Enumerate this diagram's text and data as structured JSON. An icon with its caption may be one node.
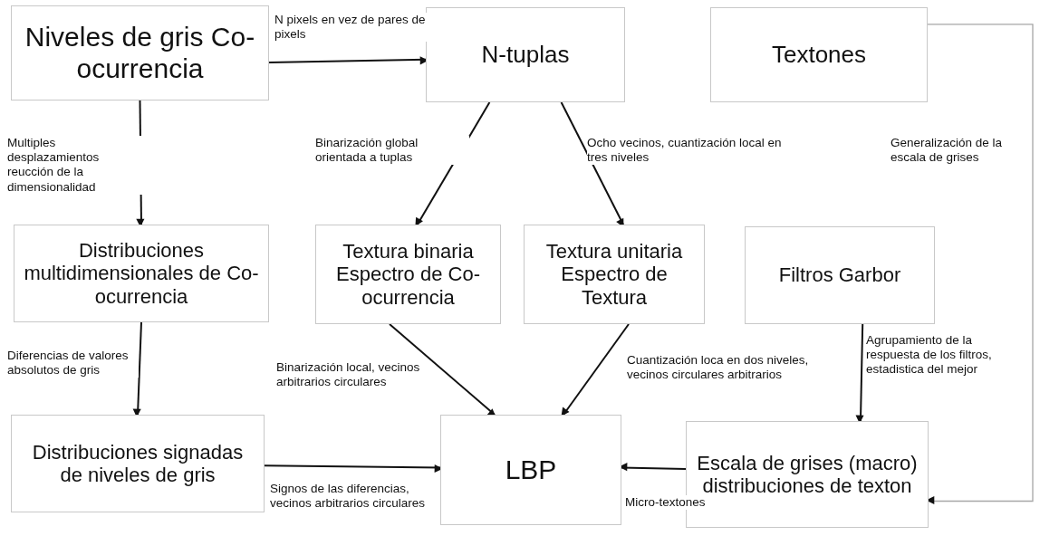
{
  "diagram": {
    "nodes": [
      {
        "text": [
          "Niveles de gris Co-ocurrencia"
        ]
      },
      {
        "text": [
          "N-tuplas"
        ]
      },
      {
        "text": [
          "Textones"
        ]
      },
      {
        "text": [
          "Distribuciones multidimensionales de Co-ocurrencia"
        ]
      },
      {
        "text": [
          "Textura binaria Espectro de Co-ocurrencia"
        ]
      },
      {
        "text": [
          "Textura unitaria Espectro de Textura"
        ]
      },
      {
        "text": [
          "Filtros Garbor"
        ]
      },
      {
        "text": [
          "Distribuciones signadas de niveles de gris"
        ]
      },
      {
        "text": [
          "LBP"
        ]
      },
      {
        "text": [
          "Escala de grises (macro) distribuciones de texton"
        ]
      }
    ],
    "edges": [
      {
        "from": 0,
        "to": 1,
        "arrow": "to",
        "label": "N pixels en vez de pares de pixels"
      },
      {
        "from": 0,
        "to": 3,
        "arrow": "to",
        "label": "Multiples desplazamientos reucción de la dimensionalidad"
      },
      {
        "from": 1,
        "to": 4,
        "arrow": "to",
        "label": "Binarización global orientada a tuplas"
      },
      {
        "from": 1,
        "to": 5,
        "arrow": "to",
        "label": "Ocho vecinos, cuantización local en tres niveles"
      },
      {
        "from": 2,
        "to": 9,
        "arrow": "to",
        "label": "Generalización de la escala de grises",
        "color": "#a6a6a6"
      },
      {
        "from": 3,
        "to": 7,
        "arrow": "to",
        "label": "Diferencias de valores absolutos de gris"
      },
      {
        "from": 4,
        "to": 8,
        "arrow": "to",
        "label": "Binarización local, vecinos arbitrarios circulares"
      },
      {
        "from": 5,
        "to": 8,
        "arrow": "to",
        "label": "Cuantización loca en dos niveles, vecinos circulares arbitrarios"
      },
      {
        "from": 6,
        "to": 9,
        "arrow": "to",
        "label": "Agrupamiento de la respuesta de los filtros, estadistica del mejor"
      },
      {
        "from": 7,
        "to": 8,
        "arrow": "to",
        "label": "Signos de las diferencias, vecinos arbitrarios circulares"
      },
      {
        "from": 9,
        "to": 8,
        "arrow": "to",
        "label": "Micro-textones"
      }
    ]
  }
}
